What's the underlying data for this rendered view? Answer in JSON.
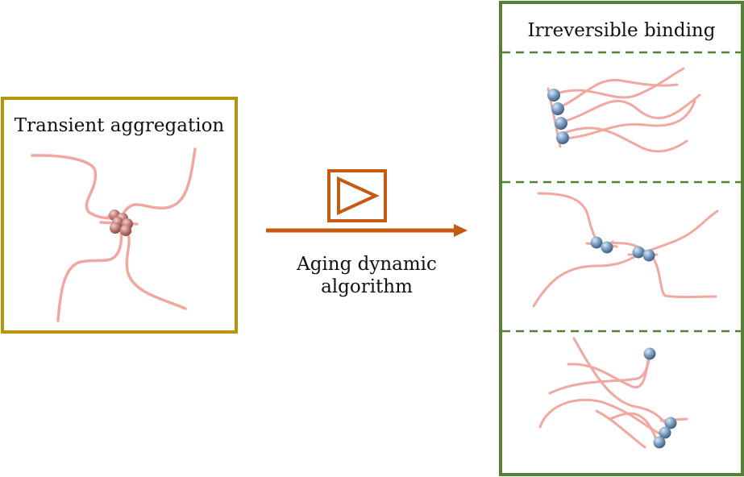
{
  "left_box": {
    "title": "Transient aggregation",
    "border_color": "#b8960c"
  },
  "center": {
    "caption_line1": "Aging dynamic",
    "caption_line2": "algorithm",
    "accent_color": "#c55a11",
    "icon": "play-triangle-icon"
  },
  "right_box": {
    "title": "Irreversible binding",
    "border_color": "#548235",
    "divider_style": "dashed",
    "panels": [
      "panel-top",
      "panel-middle",
      "panel-bottom"
    ]
  },
  "colors": {
    "polymer_chain": "#f0a8a0",
    "aggregate_bead": "#b86a66",
    "bound_bead": "#6f93b8"
  }
}
